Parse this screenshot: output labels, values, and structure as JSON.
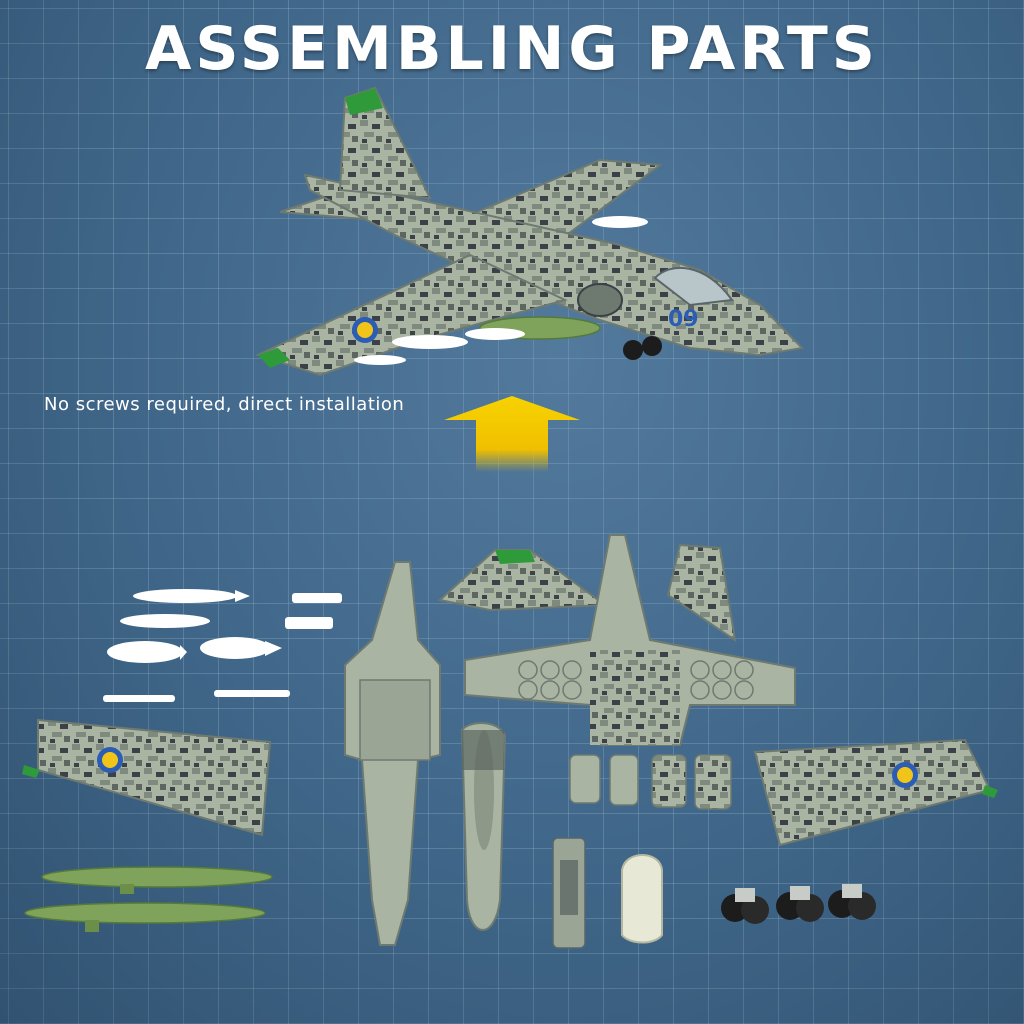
{
  "title": "ASSEMBLING PARTS",
  "caption": "No screws required, direct installation",
  "tail_number": "09",
  "colors": {
    "background": "#3f6688",
    "arrow": "#f2c300",
    "camo_light": "#a9b4a3",
    "camo_mid": "#7d8a7d",
    "camo_dark": "#3c4148",
    "fuel_tank": "#7fa35a",
    "missile": "#ffffff",
    "tail_tip": "#2e9a3a",
    "roundel_blue": "#2c5db5",
    "roundel_yellow": "#f0c419"
  }
}
